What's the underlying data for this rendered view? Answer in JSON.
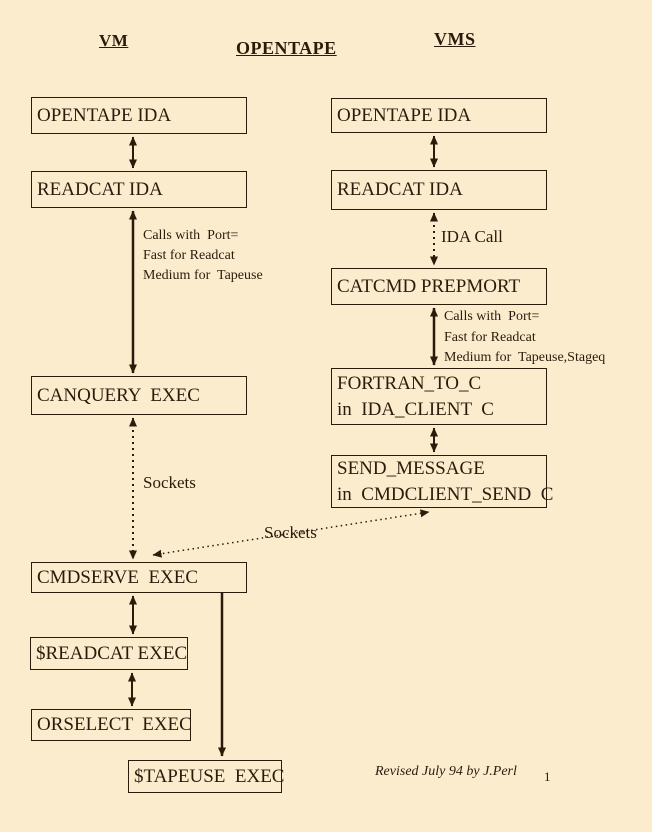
{
  "colors": {
    "background": "#FBECCE",
    "ink": "#2B1B0B"
  },
  "headers": {
    "vm": "VM",
    "opentape": "OPENTAPE",
    "vms": "VMS"
  },
  "vm_column": {
    "opentape_ida": "OPENTAPE IDA",
    "readcat_ida": "READCAT IDA",
    "port_note": [
      "Calls with  Port=",
      "Fast for Readcat",
      "Medium for  Tapeuse"
    ],
    "canquery_exec": "CANQUERY  EXEC",
    "sockets_label": "Sockets",
    "cmdserve_exec": "CMDSERVE  EXEC",
    "readcat_exec": "$READCAT EXEC",
    "orselect_exec": "ORSELECT  EXEC",
    "tapeuse_exec": "$TAPEUSE  EXEC"
  },
  "vms_column": {
    "opentape_ida": "OPENTAPE IDA",
    "readcat_ida": "READCAT IDA",
    "ida_call_label": "IDA Call",
    "catcmd_prepmort": "CATCMD PREPMORT",
    "port_note": [
      "Calls with  Port=",
      "Fast for Readcat",
      "Medium for  Tapeuse,Stageq"
    ],
    "fortran_box": [
      "FORTRAN_TO_C",
      "in  IDA_CLIENT  C"
    ],
    "send_box": [
      "SEND_MESSAGE",
      "in  CMDCLIENT_SEND  C"
    ]
  },
  "connector_labels": {
    "sockets_diagonal": "Sockets"
  },
  "footer": {
    "revision_note": "Revised July 94 by J.Perl",
    "page_number": "1"
  }
}
